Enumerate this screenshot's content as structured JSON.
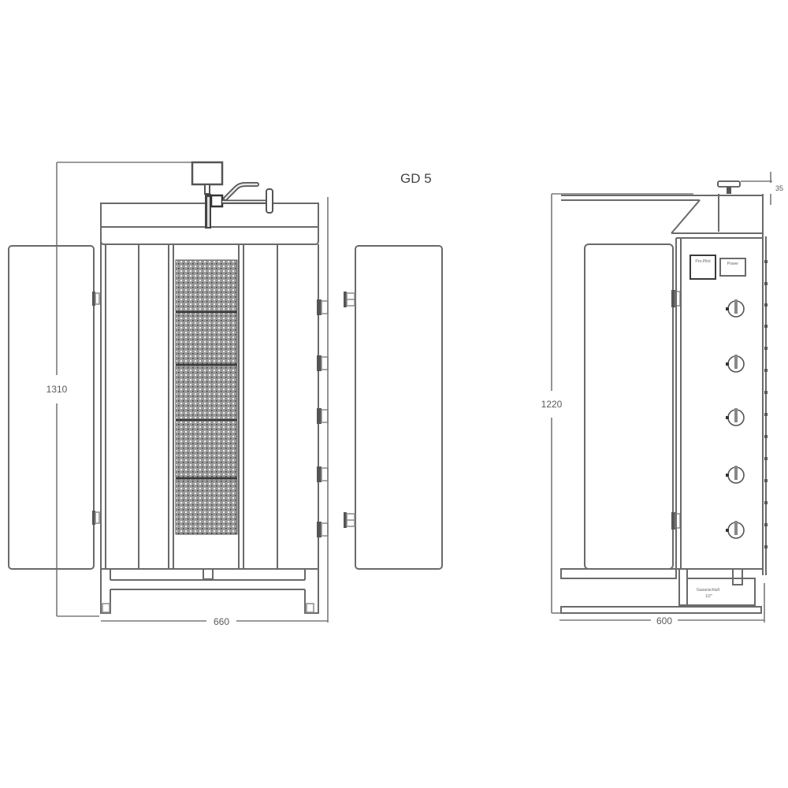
{
  "model": {
    "label": "GD 5"
  },
  "front_view": {
    "height_dimension": "1310",
    "width_dimension": "660",
    "burner_rows": 5,
    "control_knobs": 5
  },
  "side_view": {
    "height_dimension": "1220",
    "depth_dimension": "600",
    "top_offset_dimension": "35",
    "control_knobs": 5,
    "panel_labels": [
      "Pro-Pilot",
      "Power"
    ],
    "gas_connection_label": "Gasanschluß",
    "gas_connection_size": "1/2\""
  },
  "colors": {
    "line": "#6a6a6a",
    "dark_line": "#3a3a3a",
    "grill_fill": "#8c8c8c",
    "background": "#ffffff"
  }
}
